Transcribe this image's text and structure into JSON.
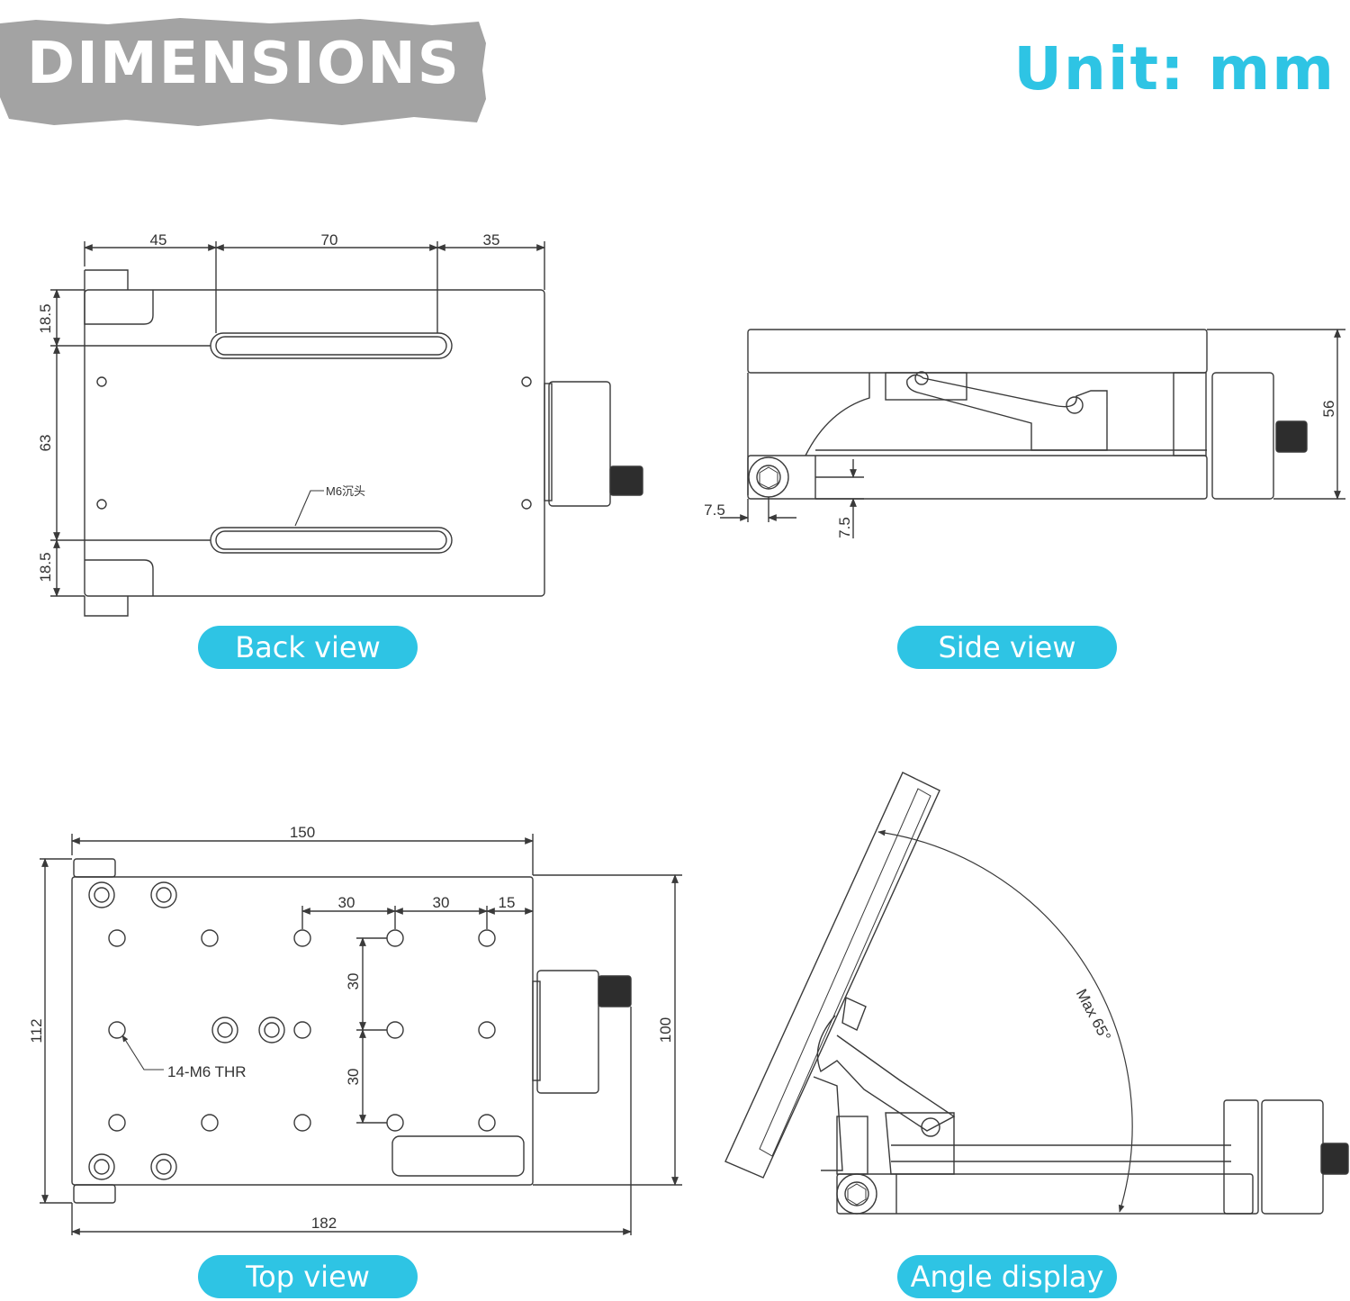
{
  "header": {
    "title": "DIMENSIONS",
    "unit": "Unit: mm",
    "title_bg_color": "#a3a3a3",
    "accent_color": "#2ec4e4"
  },
  "back_view": {
    "caption": "Back view",
    "dim_top": [
      "45",
      "70",
      "35"
    ],
    "dim_left_top": "18.5",
    "dim_left_mid": "63",
    "dim_left_bottom": "18.5",
    "slot_note": "M6沉头"
  },
  "side_view": {
    "caption": "Side view",
    "height": "56",
    "offset_x": "7.5",
    "offset_y": "7.5"
  },
  "top_view": {
    "caption": "Top view",
    "width_150": "150",
    "spacing_30a": "30",
    "spacing_30b": "30",
    "spacing_15": "15",
    "vert_30a": "30",
    "vert_30b": "30",
    "height_112": "112",
    "height_100": "100",
    "width_182": "182",
    "thread_note": "14-M6 THR"
  },
  "angle_view": {
    "caption": "Angle display",
    "angle_note": "Max 65°"
  }
}
